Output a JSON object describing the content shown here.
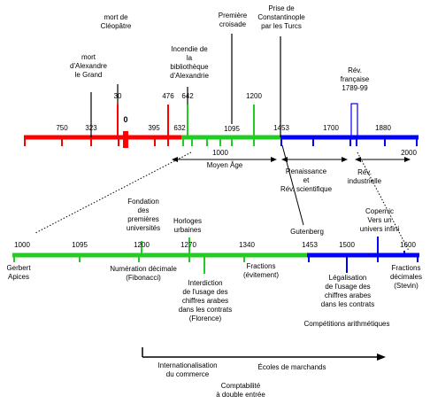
{
  "top_ticks": [
    "750",
    "323",
    "0",
    "395",
    "632",
    "1000",
    "1095",
    "1453",
    "1700",
    "1880",
    "2000"
  ],
  "top_events": {
    "cleopatra": [
      "mort de",
      "Cléopâtre"
    ],
    "cleopatra_year": "30",
    "alexander": [
      "mort",
      "d'Alexandre",
      "le Grand"
    ],
    "library": [
      "Incendie de",
      "la",
      "bibliothèque",
      "d'Alexandrie"
    ],
    "library_years": [
      "476",
      "642"
    ],
    "crusade": [
      "Première",
      "croisade"
    ],
    "crusade_year": "1200",
    "constantinople": [
      "Prise de",
      "Constantinople",
      "par les Turcs"
    ],
    "french_rev": [
      "Rév.",
      "française",
      "1789-99"
    ]
  },
  "periods": {
    "middle_ages": "Moyen Âge",
    "renaissance": [
      "Renaissance",
      "et",
      "Rév. scientifique"
    ],
    "industrial": [
      "Rév.",
      "industrielle"
    ]
  },
  "bottom_ticks": [
    "1000",
    "1095",
    "1200",
    "1270",
    "1340",
    "1453",
    "1500",
    "1600"
  ],
  "bottom_above": {
    "universities": [
      "Fondation",
      "des",
      "premières",
      "universités"
    ],
    "clocks": [
      "Horloges",
      "urbaines"
    ],
    "gutenberg": "Gutenberg",
    "copernic": [
      "Copernic",
      "Vers un",
      "univers infini"
    ]
  },
  "bottom_below": {
    "gerbert": [
      "Gerbert",
      "Apices"
    ],
    "numeration": [
      "Numération décimale",
      "(Fibonacci)"
    ],
    "interdiction": [
      "Interdiction",
      "de l'usage des",
      "chiffres arabes",
      "dans les contrats",
      "(Florence)"
    ],
    "fractions_evitement": [
      "Fractions",
      "(évitement)"
    ],
    "legalisation": [
      "Légalisation",
      "de l'usage des",
      "chiffres arabes",
      "dans les contrats"
    ],
    "fractions_stevin": [
      "Fractions",
      "décimales",
      "(Stevin)"
    ],
    "competitions": "Compétitions arithmétiques"
  },
  "arrow_notes": {
    "internationalisation": [
      "Internationalisation",
      "du commerce"
    ],
    "ecoles": "Écoles de marchands",
    "comptabilite": [
      "Comptabilité",
      "à double entrée"
    ]
  },
  "colors": {
    "red": "#ff0000",
    "green": "#22cc22",
    "blue": "#0000ff"
  }
}
